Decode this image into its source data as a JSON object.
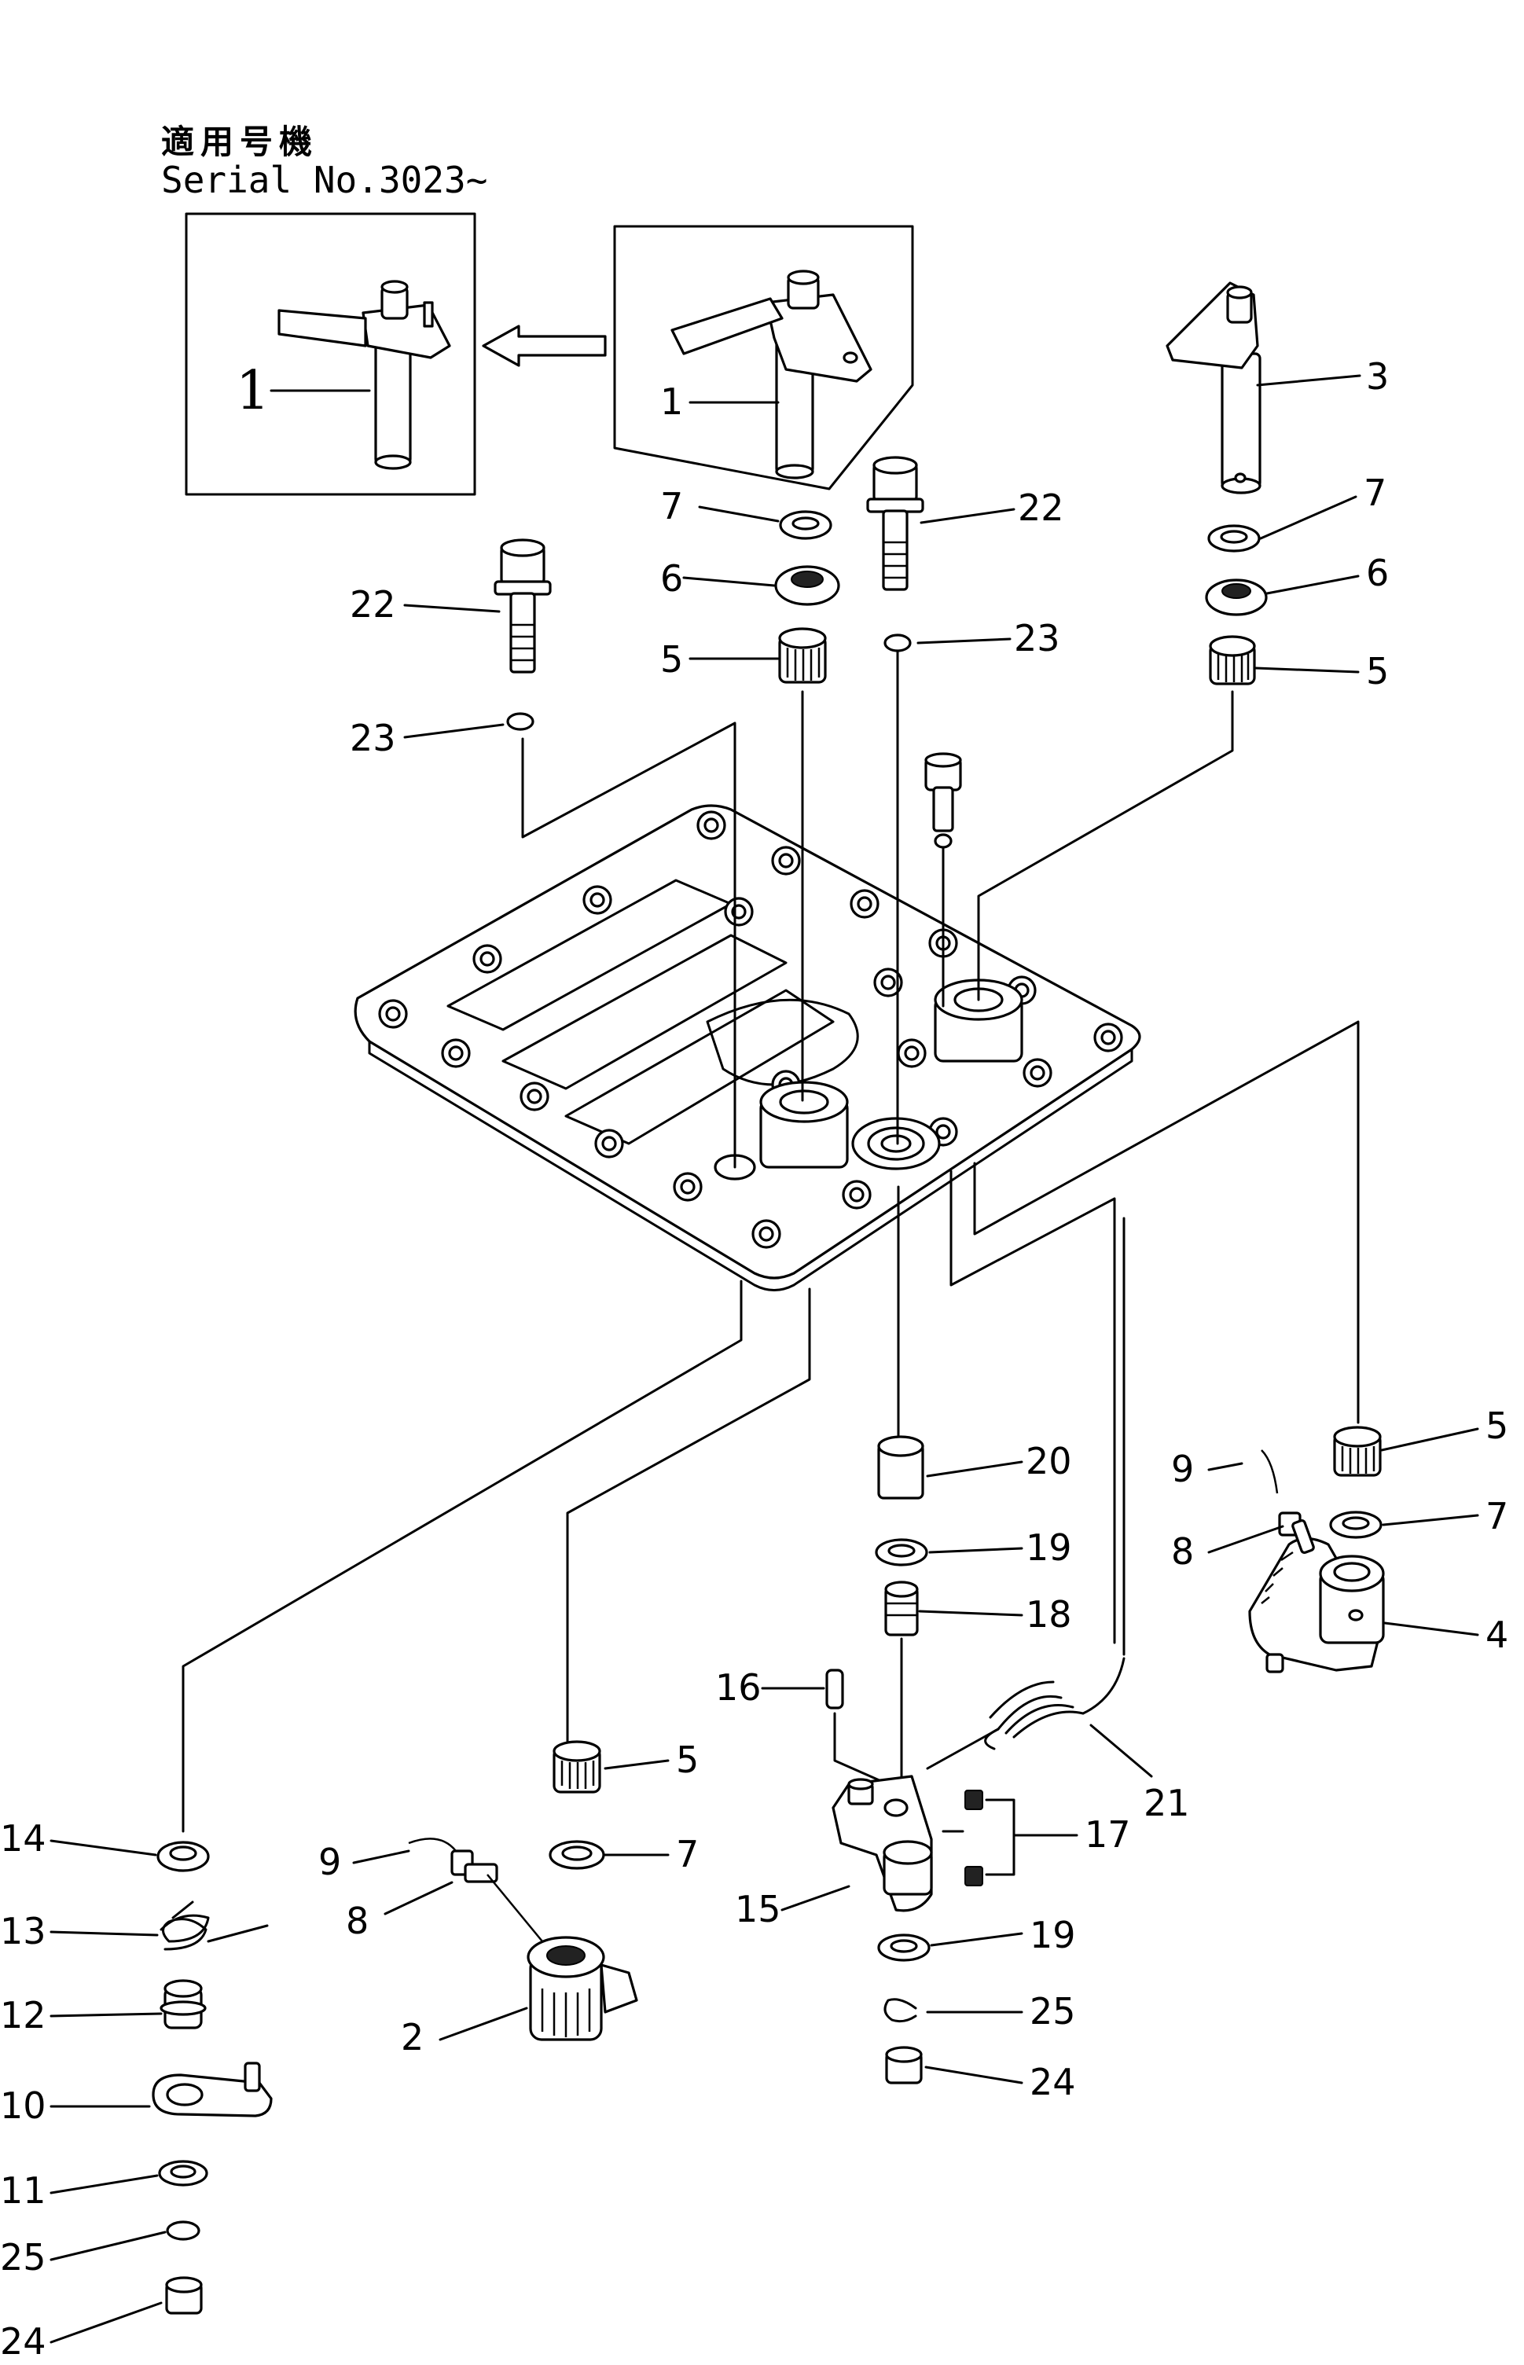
{
  "header": {
    "applicability_jp": "適用号機",
    "serial": "Serial No.3023~"
  },
  "labels": {
    "p1": "1",
    "p2": "2",
    "p3": "3",
    "p4": "4",
    "p5": "5",
    "p6": "6",
    "p7": "7",
    "p8": "8",
    "p9": "9",
    "p10": "10",
    "p11": "11",
    "p12": "12",
    "p13": "13",
    "p14": "14",
    "p15": "15",
    "p16": "16",
    "p17": "17",
    "p18": "18",
    "p19": "19",
    "p20": "20",
    "p21": "21",
    "p22": "22",
    "p23": "23",
    "p24": "24",
    "p25": "25"
  }
}
